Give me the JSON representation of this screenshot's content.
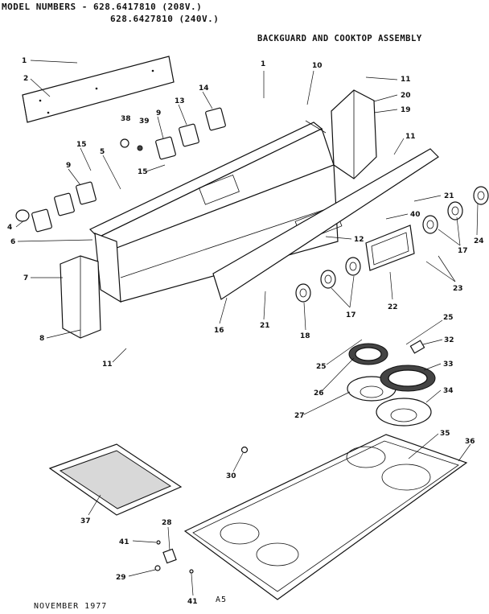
{
  "header": {
    "model_line_1": "MODEL NUMBERS - 628.6417810 (208V.)",
    "model_line_2": "628.6427810 (240V.)",
    "title": "BACKGUARD AND COOKTOP ASSEMBLY"
  },
  "footer": {
    "date": "NOVEMBER 1977",
    "page_code": "A5"
  },
  "callouts": [
    "1",
    "2",
    "1",
    "10",
    "11",
    "20",
    "19",
    "11",
    "38",
    "39",
    "9",
    "13",
    "14",
    "15",
    "5",
    "9",
    "15",
    "21",
    "4",
    "6",
    "40",
    "12",
    "24",
    "17",
    "23",
    "7",
    "8",
    "11",
    "16",
    "21",
    "18",
    "17",
    "22",
    "25",
    "32",
    "25",
    "33",
    "26",
    "34",
    "27",
    "35",
    "36",
    "30",
    "37",
    "28",
    "41",
    "29",
    "41"
  ],
  "colors": {
    "ink": "#111111",
    "paper": "#ffffff"
  }
}
